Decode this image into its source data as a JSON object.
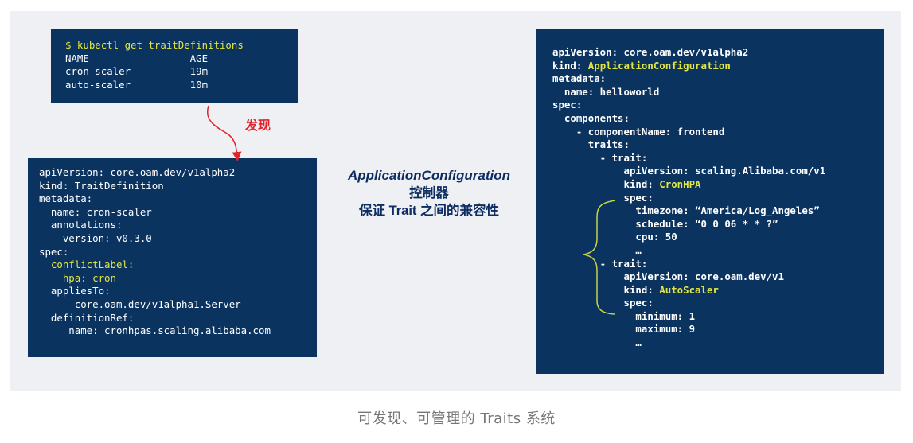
{
  "kubectl_box": {
    "lines": [
      "$ kubectl get traitDefinitions",
      "NAME                 AGE",
      "cron-scaler          19m",
      "auto-scaler          10m"
    ]
  },
  "arrow_label": "发现",
  "traitdef_box": {
    "l1": "apiVersion: core.oam.dev/v1alpha2",
    "l2": "kind: TraitDefinition",
    "l3": "metadata:",
    "l4": "  name: cron-scaler",
    "l5": "  annotations:",
    "l6": "    version: v0.3.0",
    "l7": "spec:",
    "l8": "  conflictLabel:",
    "l9": "    hpa: cron",
    "l10": "  appliesTo:",
    "l11": "    - core.oam.dev/v1alpha1.Server",
    "l12": "  definitionRef:",
    "l13": "     name: cronhpas.scaling.alibaba.com"
  },
  "center": {
    "line1": "ApplicationConfiguration",
    "line2": "控制器",
    "line3": "保证 Trait 之间的兼容性"
  },
  "appconfig_box": {
    "apiVersion_key": "apiVersion:",
    "apiVersion_val": " core.oam.dev/v1alpha2",
    "kind_key": "kind:",
    "kind_val": "ApplicationConfiguration",
    "metadata": "metadata:",
    "name_key": "  name:",
    "name_val": " helloworld",
    "spec": "spec:",
    "components": "  components:",
    "componentName_key": "    - componentName:",
    "componentName_val": " frontend",
    "traits": "      traits:",
    "trait1": "        - trait:",
    "t1_api_key": "            apiVersion:",
    "t1_api_val": " scaling.Alibaba.com/v1",
    "t1_kind_key": "            kind:",
    "t1_kind_val": "CronHPA",
    "t1_spec": "            spec:",
    "t1_tz_key": "              timezone:",
    "t1_tz_val": " “America/Log_Angeles”",
    "t1_sched_key": "              schedule:",
    "t1_sched_val": " “0 0 06 * * ?”",
    "t1_cpu_key": "              cpu:",
    "t1_cpu_val": " 50",
    "t1_ellipsis": "              …",
    "trait2": "        - trait:",
    "t2_api_key": "            apiVersion:",
    "t2_api_val": " core.oam.dev/v1",
    "t2_kind_key": "            kind:",
    "t2_kind_val": "AutoScaler",
    "t2_spec": "            spec:",
    "t2_min_key": "              minimum:",
    "t2_min_val": " 1",
    "t2_max_key": "              maximum:",
    "t2_max_val": " 9",
    "t2_ellipsis": "              …"
  },
  "caption": "可发现、可管理的 Traits 系统",
  "colors": {
    "panel": "#0a3360",
    "highlight": "#e3e640",
    "arrow": "#e0242c",
    "brace": "#c8d24a",
    "center_text": "#0d2d62"
  }
}
